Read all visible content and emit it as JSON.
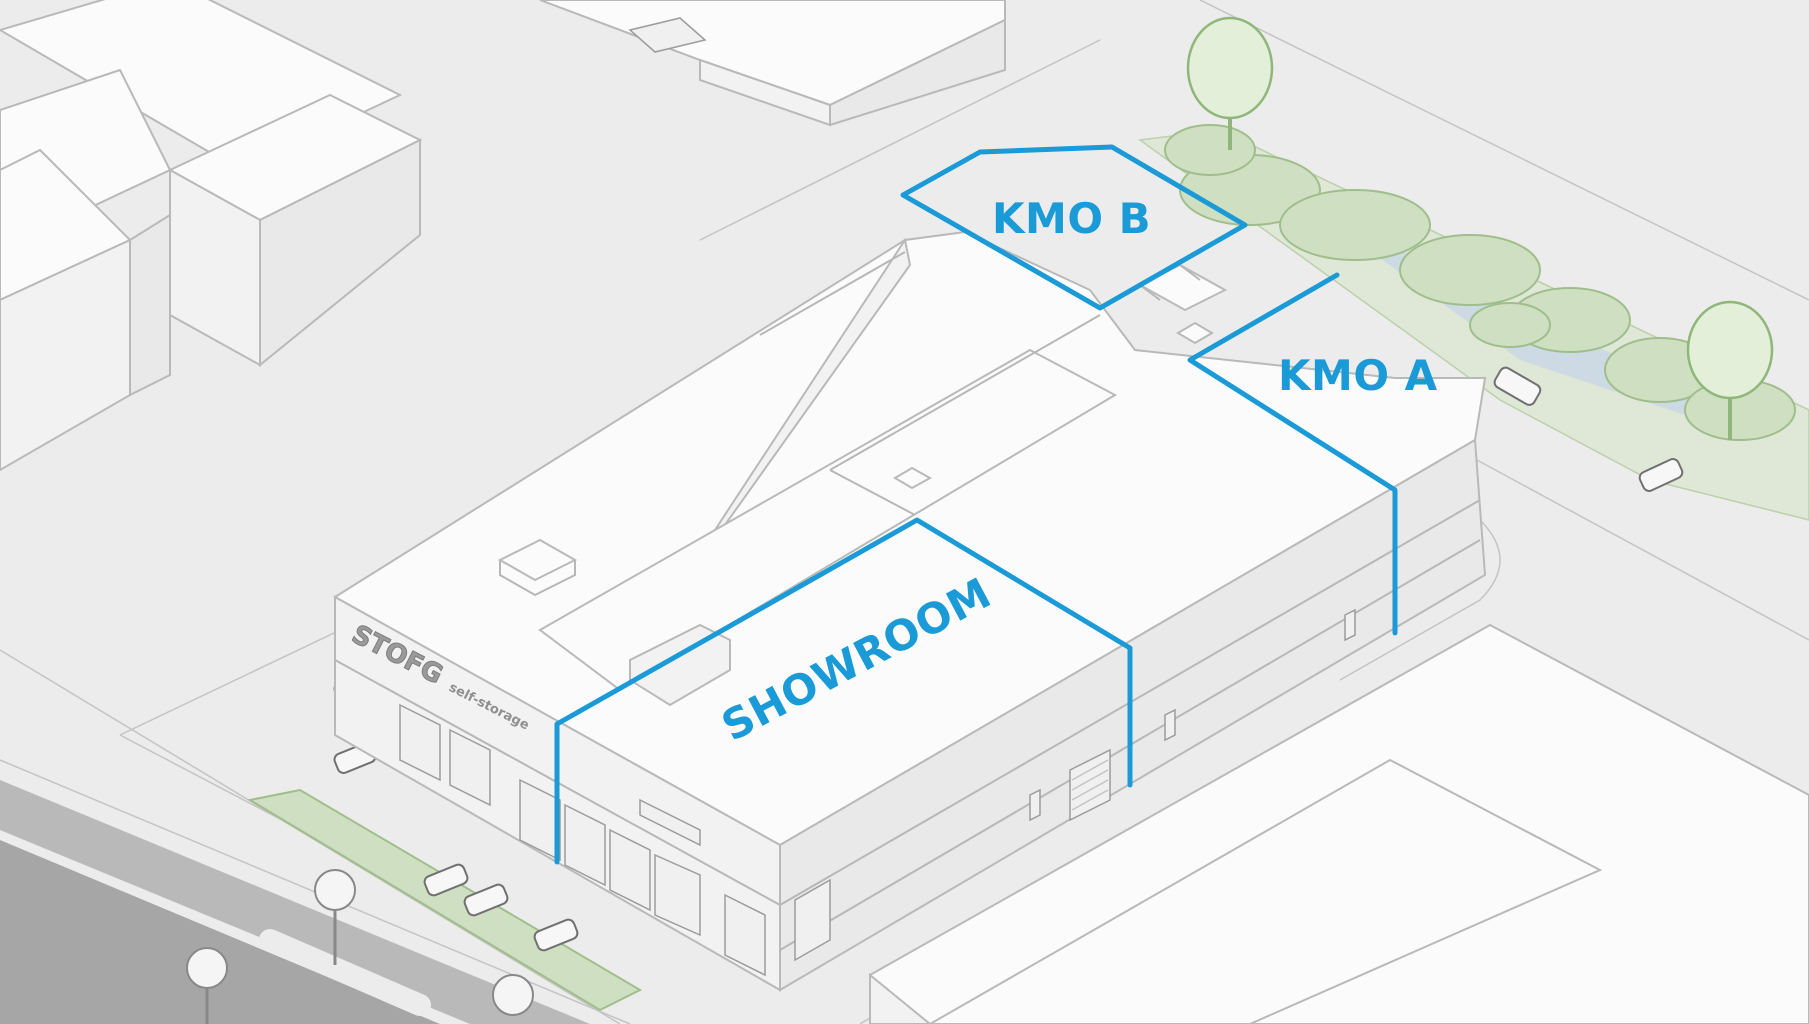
{
  "colors": {
    "zone_outline": "#1a9ad6",
    "zone_label": "#1a9ad6",
    "background": "#ececec",
    "road": "#a9a9a9",
    "greenery": "#cfe0c2"
  },
  "zones": [
    {
      "id": "kmo-b",
      "label": "KMO B"
    },
    {
      "id": "kmo-a",
      "label": "KMO A"
    },
    {
      "id": "showroom",
      "label": "SHOWROOM"
    }
  ],
  "signage": {
    "brand": "STOFG",
    "subtitle": "self-storage"
  }
}
